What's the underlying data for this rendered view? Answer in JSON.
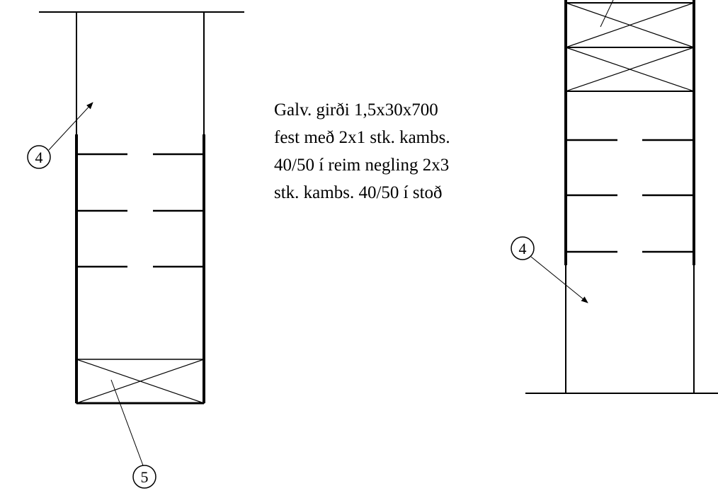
{
  "note": {
    "lines": [
      "Galv. girði 1,5x30x700",
      "fest með 2x1 stk. kambs.",
      "40/50 í reim negling 2x3",
      "stk. kambs. 40/50 í stoð"
    ]
  },
  "callouts": {
    "left_upper": "4",
    "left_lower": "5",
    "right": "4"
  }
}
